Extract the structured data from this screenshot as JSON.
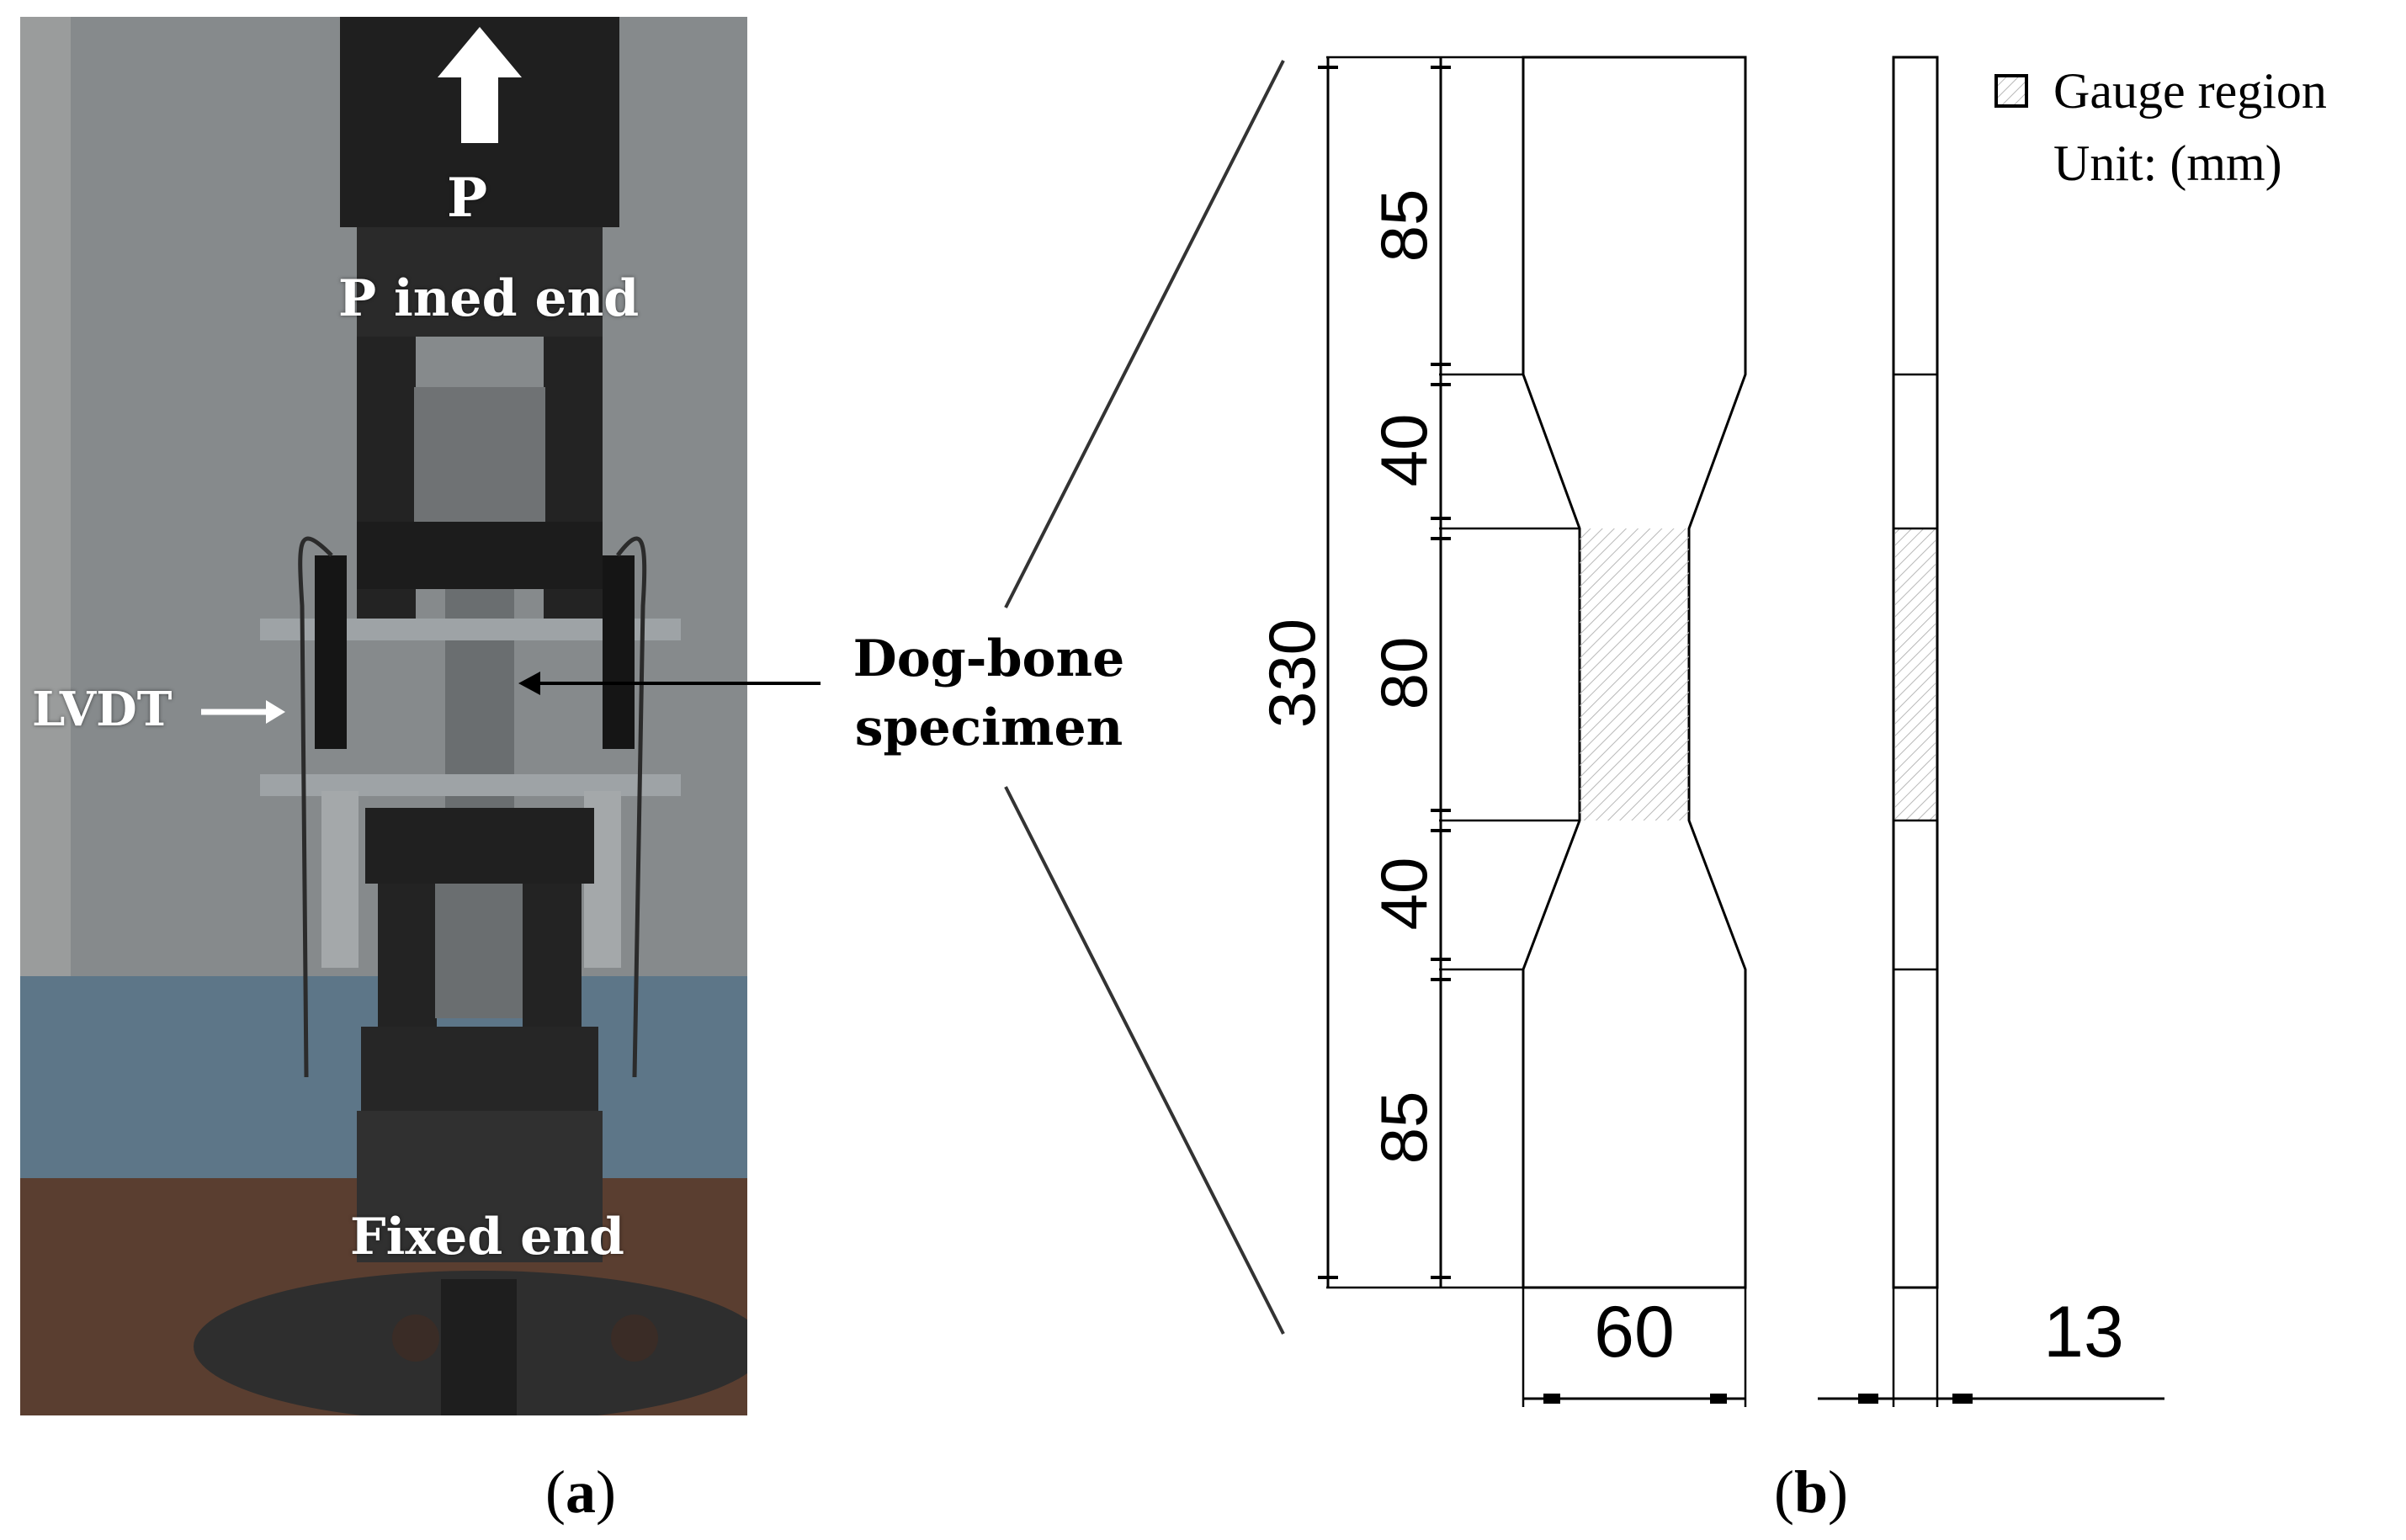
{
  "photo": {
    "load_label": "P",
    "pinned_end_label": "P ined end",
    "lvdt_label": "LVDT",
    "fixed_end_label": "Fixed end"
  },
  "callout": {
    "line1": "Dog-bone",
    "line2": "specimen"
  },
  "drawing": {
    "dims_vertical": [
      "85",
      "40",
      "80",
      "40",
      "85"
    ],
    "dim_total": "330",
    "dim_width": "60",
    "dim_thickness": "13"
  },
  "legend": {
    "gauge_label": "Gauge region",
    "unit_label": "Unit: (mm)"
  },
  "captions": {
    "a": "a",
    "b": "b"
  },
  "colors": {
    "line": "#000000",
    "hatch": "#b8b8b8",
    "photo_bg": "#7b7f82",
    "white": "#ffffff"
  }
}
